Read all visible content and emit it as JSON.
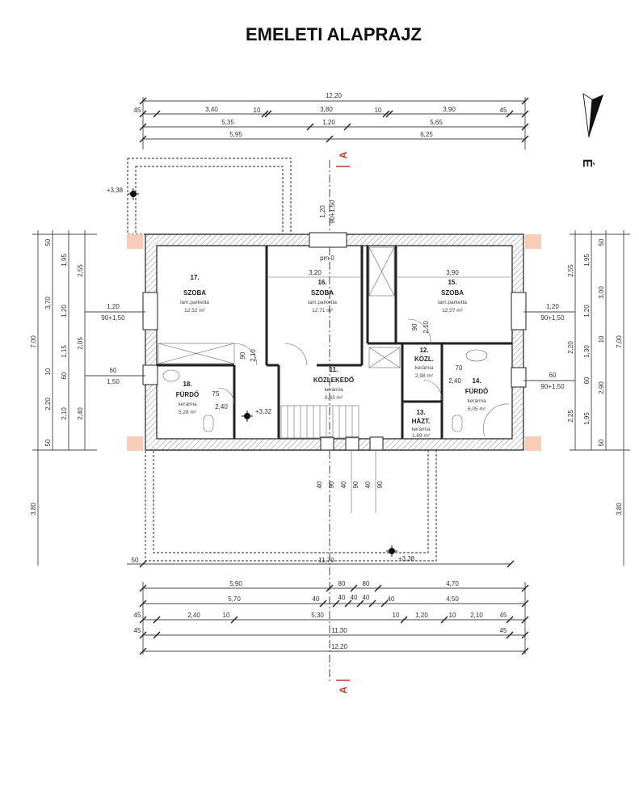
{
  "title": "EMELETI ALAPRAJZ",
  "north_label": "É",
  "section_label": "A",
  "colors": {
    "corner_fill": "#f7cdb8",
    "section_marker": "#c0392b"
  },
  "rooms": [
    {
      "no": "17.",
      "name": "SZOBA",
      "floor": "lam.parketta",
      "area": "12,52 m²"
    },
    {
      "no": "16.",
      "name": "SZOBA",
      "floor": "lam.parketta",
      "area": "12,71 m²"
    },
    {
      "no": "15.",
      "name": "SZOBA",
      "floor": "lam.parketta",
      "area": "12,57 m²"
    },
    {
      "no": "18.",
      "name": "FÜRDŐ",
      "floor": "kerámia",
      "area": "5,28 m²"
    },
    {
      "no": "11.",
      "name": "KÖZLEKEDŐ",
      "floor": "kerámia",
      "area": "8,33 m²"
    },
    {
      "no": "12.",
      "name": "KÖZL.",
      "floor": "kerámia",
      "area": "2,98 m²"
    },
    {
      "no": "13.",
      "name": "HÁZT.",
      "floor": "kerámia",
      "area": "1,69 m²"
    },
    {
      "no": "14.",
      "name": "FÜRDŐ",
      "floor": "kerámia",
      "area": "6,05 m²"
    }
  ],
  "levels": [
    "+3,38",
    "+3,32",
    "+3,38"
  ],
  "inner_dims": [
    "3,20",
    "3,90",
    "pm 0",
    "75",
    "2,40",
    "70",
    "2,40",
    "90",
    "2,10",
    "90",
    "2,10",
    "1,20",
    "90+1,50"
  ],
  "dims": {
    "top": {
      "r1": [
        "12,20"
      ],
      "r2": [
        "45",
        "3,40",
        "10",
        "3,80",
        "10",
        "3,90",
        "45"
      ],
      "r3": [
        "5,35",
        "1,20",
        "5,65"
      ],
      "r4": [
        "5,95",
        "6,25"
      ]
    },
    "bottom": {
      "r1": [
        "50",
        "11,70"
      ],
      "r2": [
        "5,90",
        "80",
        "80",
        "4,70"
      ],
      "r3": [
        "5,70",
        "40",
        "40",
        "40",
        "40",
        "40",
        "4,50"
      ],
      "r4": [
        "45",
        "2,40",
        "10",
        "5,30",
        "10",
        "1,20",
        "10",
        "2,10",
        "45"
      ],
      "r5": [
        "45",
        "11,30",
        "45"
      ],
      "r6": [
        "12,20"
      ]
    },
    "left": {
      "c1": [
        "7,00",
        "3,80"
      ],
      "c2": [
        "50",
        "3,70",
        "10",
        "2,20",
        "50"
      ],
      "c3": [
        "1,95",
        "1,20",
        "1,15",
        "60",
        "2,10"
      ],
      "c4": [
        "2,55",
        "2,05",
        "2,40"
      ],
      "windows": [
        "1,20",
        "90+1,50",
        "60",
        "1,50"
      ]
    },
    "right": {
      "c1": [
        "2,55",
        "2,20",
        "2,25"
      ],
      "c2": [
        "1,95",
        "1,20",
        "1,30",
        "60",
        "1,95"
      ],
      "c3": [
        "50",
        "3,00",
        "10",
        "2,90",
        "50"
      ],
      "c4": [
        "7,00",
        "3,80"
      ],
      "windows": [
        "1,20",
        "90+1,50",
        "60",
        "90+1,50"
      ]
    },
    "stair_openings": [
      "40",
      "90",
      "40",
      "90",
      "40",
      "90"
    ]
  }
}
